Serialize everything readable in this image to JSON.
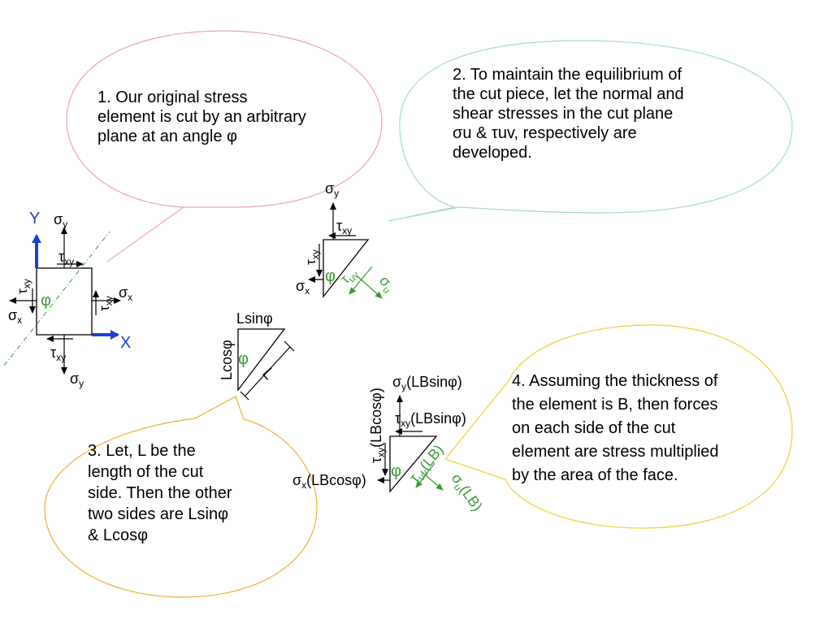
{
  "bubbles": [
    {
      "id": "b1",
      "lines": [
        "1. Our original stress",
        "element is cut by an arbitrary",
        "plane at an angle φ"
      ]
    },
    {
      "id": "b2",
      "lines": [
        "2. To maintain the equilibrium of",
        "the cut piece, let the normal and",
        "shear stresses in the cut plane",
        "σu & τuv, respectively are",
        "developed."
      ]
    },
    {
      "id": "b3",
      "lines": [
        "3. Let, L be the",
        "length of the cut",
        "side. Then the other",
        "two sides are Lsinφ",
        "& Lcosφ"
      ]
    },
    {
      "id": "b4",
      "lines": [
        "4. Assuming the thickness of",
        "the element is B, then forces",
        "on each side of the cut",
        "element are stress multiplied",
        "by the area of the face."
      ]
    }
  ],
  "labels": {
    "axis_y": "Y",
    "axis_x": "X",
    "sigma": "σ",
    "tau": "τ",
    "phi": "φ",
    "sub_x": "x",
    "sub_y": "y",
    "sub_xy": "xy",
    "sub_u": "u",
    "sub_uv": "uv",
    "lsin": "Lsinφ",
    "lcos": "Lcosφ",
    "L": "L",
    "fy": "(LBsinφ)",
    "fxy": "(LBsinφ)",
    "fx": "(LBcosφ)",
    "fxy_v": "(LBcosφ)",
    "fuv": "(LB)",
    "fu": "(LB)"
  },
  "colors": {
    "bubble1": "#f0a0b8",
    "bubble2": "#a8d8d0",
    "bubble3": "#f0b030",
    "bubble4": "#f0d030",
    "axis": "#1f3fd0",
    "green": "#3a9a3a",
    "black": "#000000"
  }
}
